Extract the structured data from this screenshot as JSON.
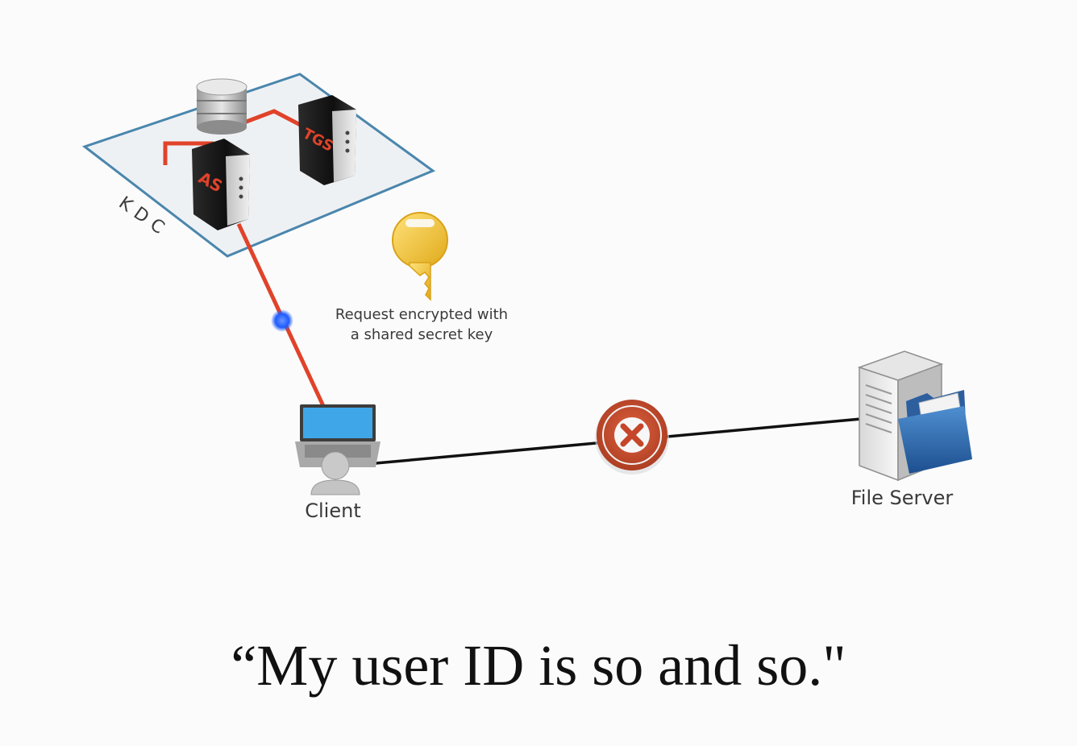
{
  "kdc": {
    "label": "KDC",
    "as_label": "AS",
    "tgs_label": "TGS"
  },
  "key_note": {
    "line1": "Request encrypted with",
    "line2": "a shared secret key"
  },
  "client": {
    "label": "Client"
  },
  "file_server": {
    "label": "File Server"
  },
  "caption": "“My user ID is so and so.\"",
  "colors": {
    "link_red": "#e0432a",
    "link_black": "#111111",
    "kdc_border": "#4a86ad",
    "kdc_fill": "#eef1f4",
    "key_gold": "#f2c233",
    "packet_blue": "#1f5cff",
    "blocked_badge": "#c5462a"
  },
  "icons": {
    "database": "database-icon",
    "auth_server": "server-box-icon",
    "key": "key-icon",
    "client": "laptop-user-icon",
    "file_server": "server-folder-icon",
    "blocked": "blocked-x-icon"
  }
}
